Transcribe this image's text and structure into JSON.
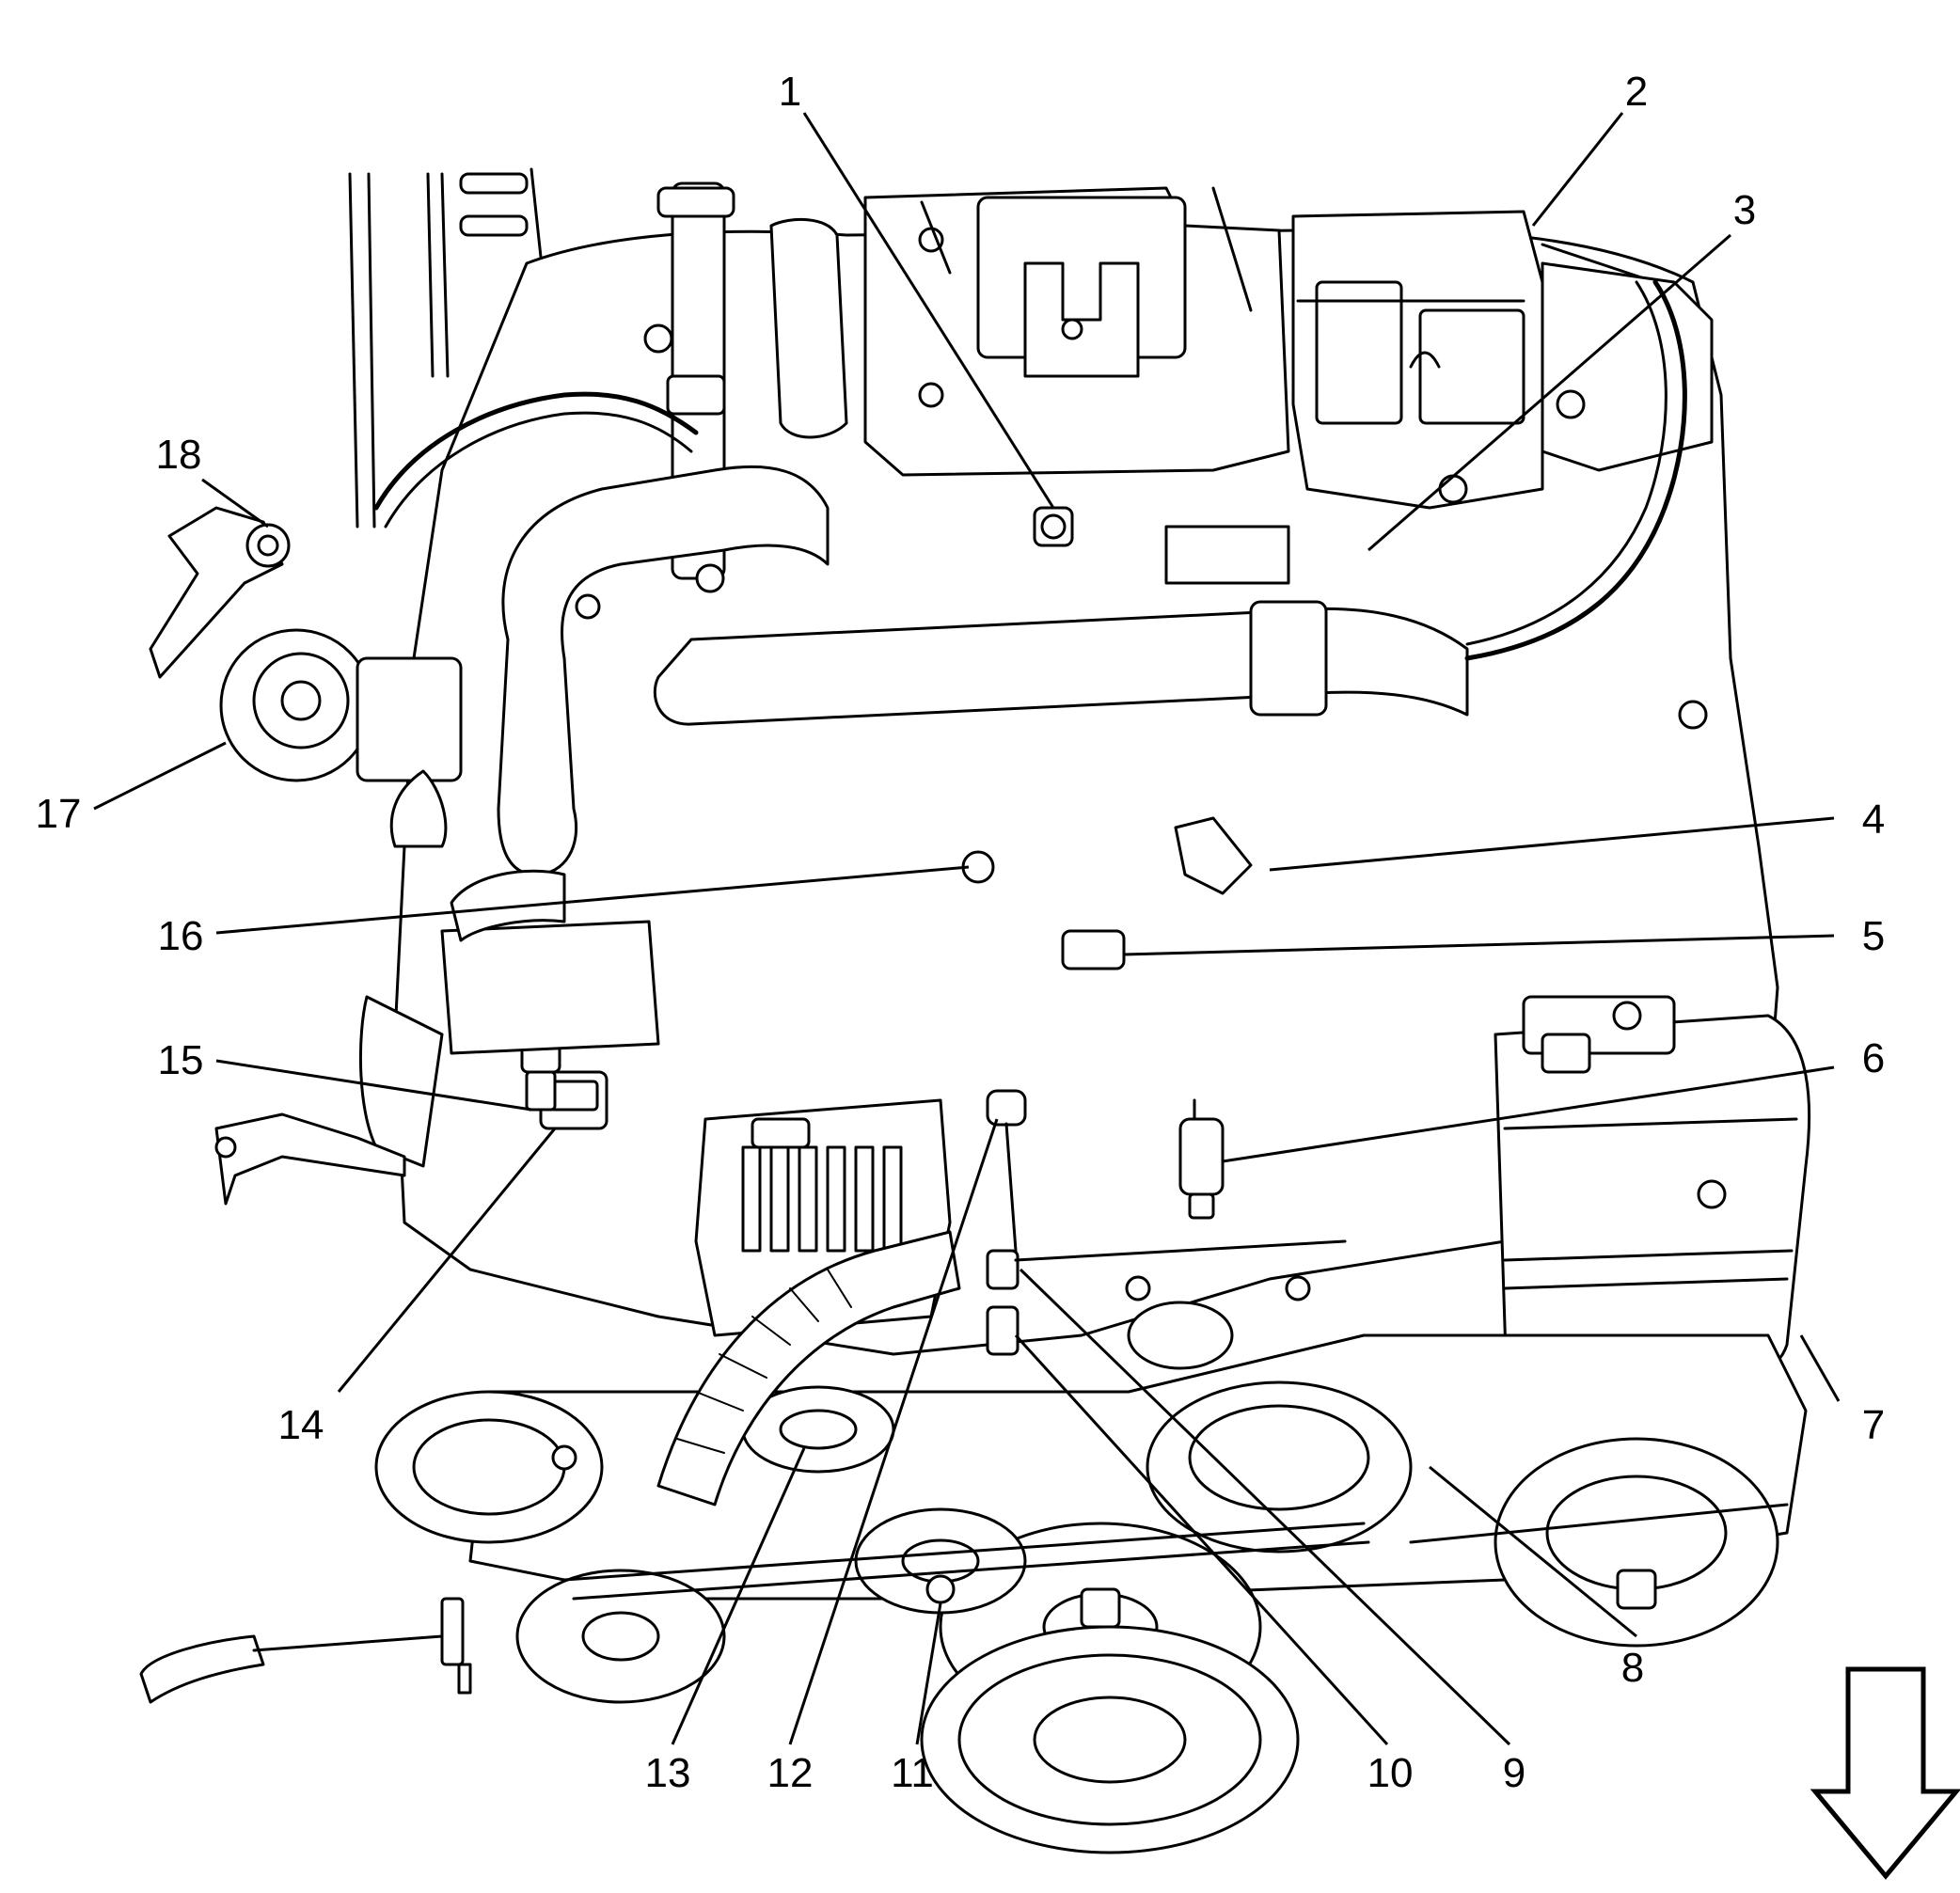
{
  "callouts": [
    {
      "id": 1,
      "label": "1"
    },
    {
      "id": 2,
      "label": "2"
    },
    {
      "id": 3,
      "label": "3"
    },
    {
      "id": 4,
      "label": "4"
    },
    {
      "id": 5,
      "label": "5"
    },
    {
      "id": 6,
      "label": "6"
    },
    {
      "id": 7,
      "label": "7"
    },
    {
      "id": 8,
      "label": "8"
    },
    {
      "id": 9,
      "label": "9"
    },
    {
      "id": 10,
      "label": "10"
    },
    {
      "id": 11,
      "label": "11"
    },
    {
      "id": 12,
      "label": "12"
    },
    {
      "id": 13,
      "label": "13"
    },
    {
      "id": 14,
      "label": "14"
    },
    {
      "id": 15,
      "label": "15"
    },
    {
      "id": 16,
      "label": "16"
    },
    {
      "id": 17,
      "label": "17"
    },
    {
      "id": 18,
      "label": "18"
    }
  ],
  "orientation_arrow": {
    "direction": "down",
    "icon": "arrow-down-icon"
  },
  "colors": {
    "ink": "#000000",
    "paper": "#ffffff"
  }
}
